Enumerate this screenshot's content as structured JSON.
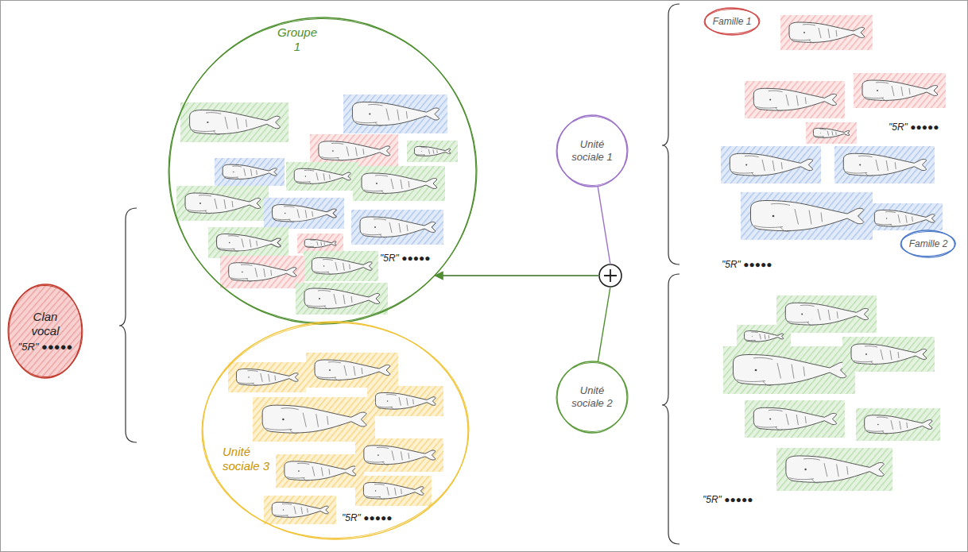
{
  "diagram": {
    "nodes": [
      {
        "text": [
          "Clan vocal",
          "\"5R\" ●●●●●"
        ]
      },
      {
        "text": [
          "Groupe 1",
          "\"5R\" ●●●●●"
        ]
      },
      {
        "text": [
          "Unité sociale 3",
          "\"5R\" ●●●●●"
        ]
      },
      {
        "text": [
          "Unité sociale 1"
        ]
      },
      {
        "text": [
          "Unité sociale 2"
        ]
      },
      {
        "text": [
          "Famille 1"
        ]
      },
      {
        "text": [
          "Famille 2"
        ]
      }
    ],
    "edges": [
      {
        "from": 3,
        "to": 1,
        "arrow": "to"
      },
      {
        "from": 4,
        "to": 1,
        "arrow": "to"
      }
    ],
    "labels": [
      "\"5R\" ●●●●●",
      "\"5R\" ●●●●●",
      "\"5R\" ●●●●●"
    ]
  }
}
